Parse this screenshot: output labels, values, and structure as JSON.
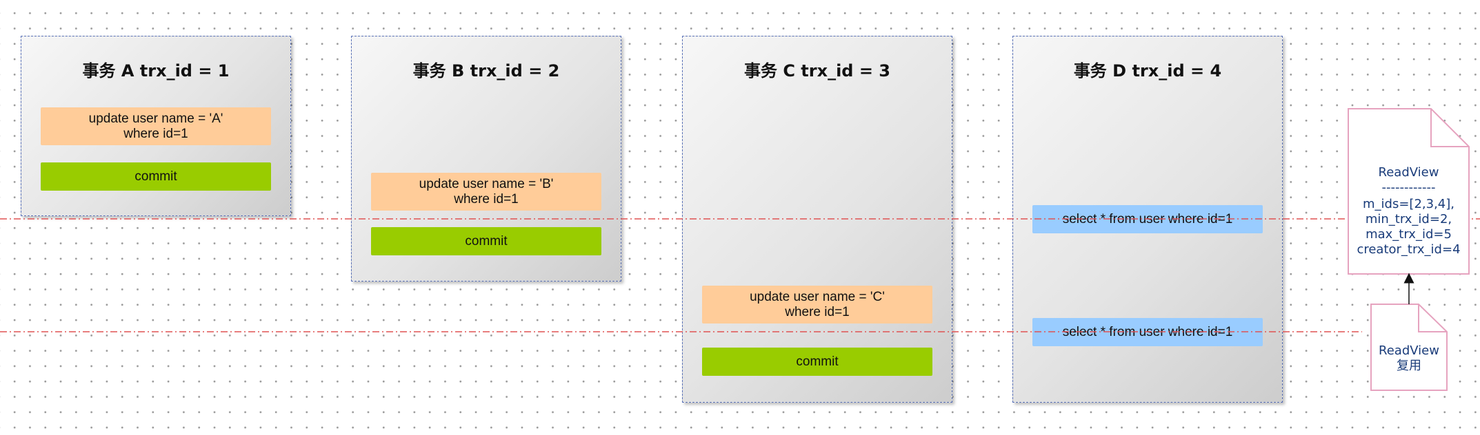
{
  "transactions": [
    {
      "title": "事务 A trx_id = 1",
      "ops": [
        {
          "kind": "update",
          "text": "update user name = 'A'\nwhere id=1"
        },
        {
          "kind": "commit",
          "text": "commit"
        }
      ]
    },
    {
      "title": "事务 B trx_id = 2",
      "ops": [
        {
          "kind": "update",
          "text": "update user name = 'B'\nwhere id=1"
        },
        {
          "kind": "commit",
          "text": "commit"
        }
      ]
    },
    {
      "title": "事务 C trx_id = 3",
      "ops": [
        {
          "kind": "update",
          "text": "update user name = 'C'\nwhere id=1"
        },
        {
          "kind": "commit",
          "text": "commit"
        }
      ]
    },
    {
      "title": "事务 D trx_id = 4",
      "ops": [
        {
          "kind": "select",
          "text": "select * from user where id=1"
        },
        {
          "kind": "select",
          "text": "select * from user where id=1"
        }
      ]
    }
  ],
  "readview_note": {
    "title": "ReadView",
    "separator": "------------",
    "lines": "m_ids=[2,3,4],\nmin_trx_id=2,\nmax_trx_id=5\ncreator_trx_id=4"
  },
  "reuse_note": {
    "text": "ReadView\n复用"
  },
  "colors": {
    "update": "#ffcc99",
    "commit": "#99cc00",
    "select": "#99ccff",
    "timeline": "#e05252",
    "note_border": "#e6a3bf",
    "lane_border": "#5a72b8"
  }
}
